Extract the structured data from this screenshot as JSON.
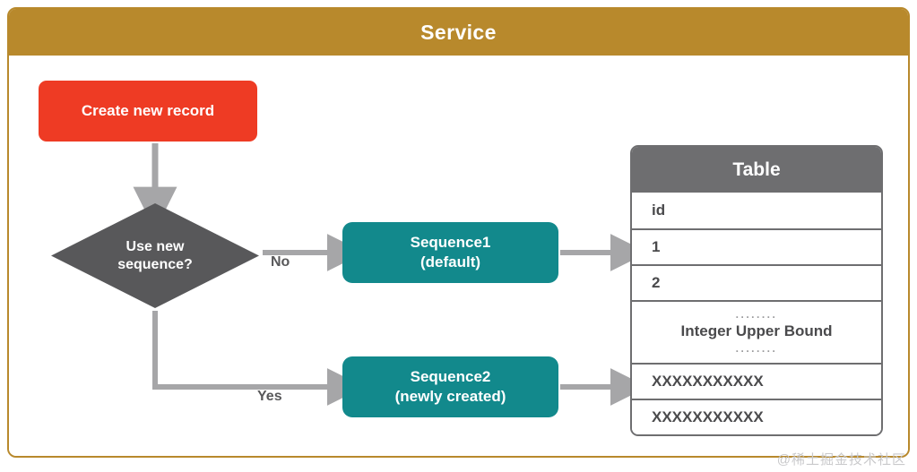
{
  "panel": {
    "title": "Service",
    "accent_color": "#b8892c"
  },
  "flow": {
    "start_node": {
      "label": "Create new record",
      "color": "#ee3b24"
    },
    "decision": {
      "line1": "Use new",
      "line2": "sequence?",
      "color": "#58585a"
    },
    "edges": {
      "no_label": "No",
      "yes_label": "Yes",
      "color": "#a6a6a8"
    },
    "sequence1": {
      "line1": "Sequence1",
      "line2": "(default)",
      "color": "#12898c"
    },
    "sequence2": {
      "line1": "Sequence2",
      "line2": "(newly created)",
      "color": "#12898c"
    }
  },
  "table": {
    "title": "Table",
    "header_color": "#6e6e70",
    "rows": [
      {
        "text": "id",
        "align": "left"
      },
      {
        "text": "1",
        "align": "left"
      },
      {
        "text": "2",
        "align": "left"
      }
    ],
    "bound_row": {
      "dots_top": "........",
      "text": "Integer Upper Bound",
      "dots_bottom": "........"
    },
    "overflow_rows": [
      {
        "text": "XXXXXXXXXXX",
        "align": "left"
      },
      {
        "text": "XXXXXXXXXXX",
        "align": "left"
      }
    ]
  },
  "watermark": {
    "text": "@稀土掘金技术社区"
  }
}
